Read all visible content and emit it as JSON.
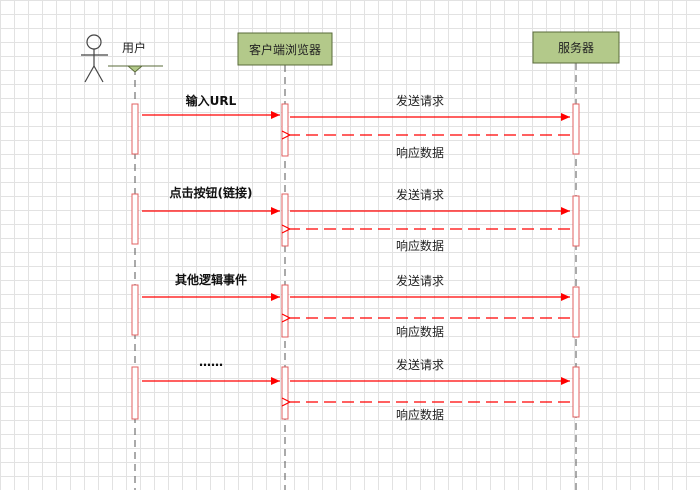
{
  "participants": {
    "user": "用户",
    "client": "客户端浏览器",
    "server": "服务器"
  },
  "rows": [
    {
      "trigger": "输入URL",
      "request": "发送请求",
      "response": "响应数据"
    },
    {
      "trigger": "点击按钮(链接)",
      "request": "发送请求",
      "response": "响应数据"
    },
    {
      "trigger": "其他逻辑事件",
      "request": "发送请求",
      "response": "响应数据"
    },
    {
      "trigger": "……",
      "request": "发送请求",
      "response": "响应数据"
    }
  ],
  "colors": {
    "box_fill": "#b3c98a",
    "box_stroke": "#5a6b3a",
    "message": "#ff0000",
    "lifeline": "#555555"
  }
}
